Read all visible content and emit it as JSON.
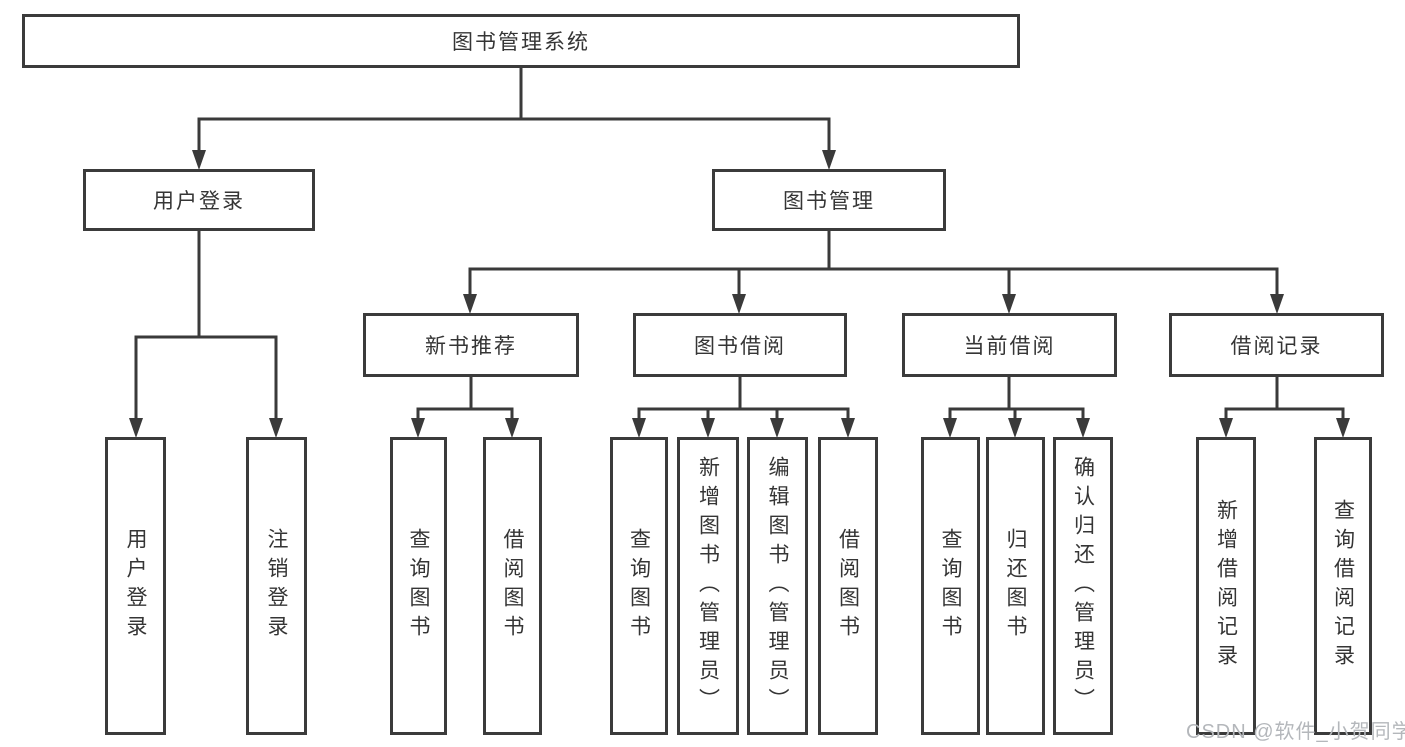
{
  "tree": {
    "label": "图书管理系统",
    "children": [
      {
        "label": "用户登录",
        "children": [
          {
            "label": "用户登录"
          },
          {
            "label": "注销登录"
          }
        ]
      },
      {
        "label": "图书管理",
        "children": [
          {
            "label": "新书推荐",
            "children": [
              {
                "label": "查询图书"
              },
              {
                "label": "借阅图书"
              }
            ]
          },
          {
            "label": "图书借阅",
            "children": [
              {
                "label": "查询图书"
              },
              {
                "label": "新增图书（管理员）"
              },
              {
                "label": "编辑图书（管理员）"
              },
              {
                "label": "借阅图书"
              }
            ]
          },
          {
            "label": "当前借阅",
            "children": [
              {
                "label": "查询图书"
              },
              {
                "label": "归还图书"
              },
              {
                "label": "确认归还（管理员）"
              }
            ]
          },
          {
            "label": "借阅记录",
            "children": [
              {
                "label": "新增借阅记录"
              },
              {
                "label": "查询借阅记录"
              }
            ]
          }
        ]
      }
    ]
  },
  "watermark": {
    "text": "CSDN @软件_小贺同学"
  },
  "colors": {
    "line": "#3a3a3a",
    "border": "#3b3b3b",
    "text": "#353535",
    "watermark": "#b4b7bb",
    "background": "#ffffff"
  }
}
